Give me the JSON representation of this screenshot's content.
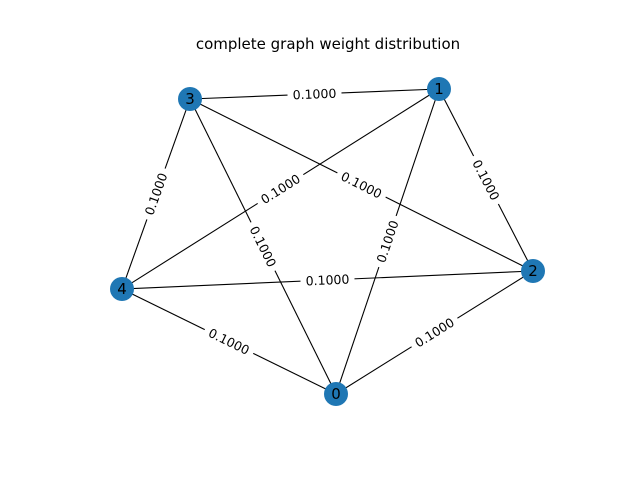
{
  "title": "complete graph weight distribution",
  "colors": {
    "node_fill": "#1f77b4",
    "edge": "#000000",
    "label_background": "#ffffff",
    "text": "#000000"
  },
  "graph": {
    "type": "complete",
    "nodes": [
      {
        "id": "0",
        "label": "0"
      },
      {
        "id": "1",
        "label": "1"
      },
      {
        "id": "2",
        "label": "2"
      },
      {
        "id": "3",
        "label": "3"
      },
      {
        "id": "4",
        "label": "4"
      }
    ],
    "edges": [
      {
        "source": "3",
        "target": "1",
        "weight": "0.1000"
      },
      {
        "source": "3",
        "target": "4",
        "weight": "0.1000"
      },
      {
        "source": "3",
        "target": "2",
        "weight": "0.1000"
      },
      {
        "source": "3",
        "target": "0",
        "weight": "0.1000"
      },
      {
        "source": "1",
        "target": "4",
        "weight": "0.1000"
      },
      {
        "source": "1",
        "target": "2",
        "weight": "0.1000"
      },
      {
        "source": "1",
        "target": "0",
        "weight": "0.1000"
      },
      {
        "source": "4",
        "target": "2",
        "weight": "0.1000"
      },
      {
        "source": "4",
        "target": "0",
        "weight": "0.1000"
      },
      {
        "source": "0",
        "target": "2",
        "weight": "0.1000"
      }
    ]
  }
}
